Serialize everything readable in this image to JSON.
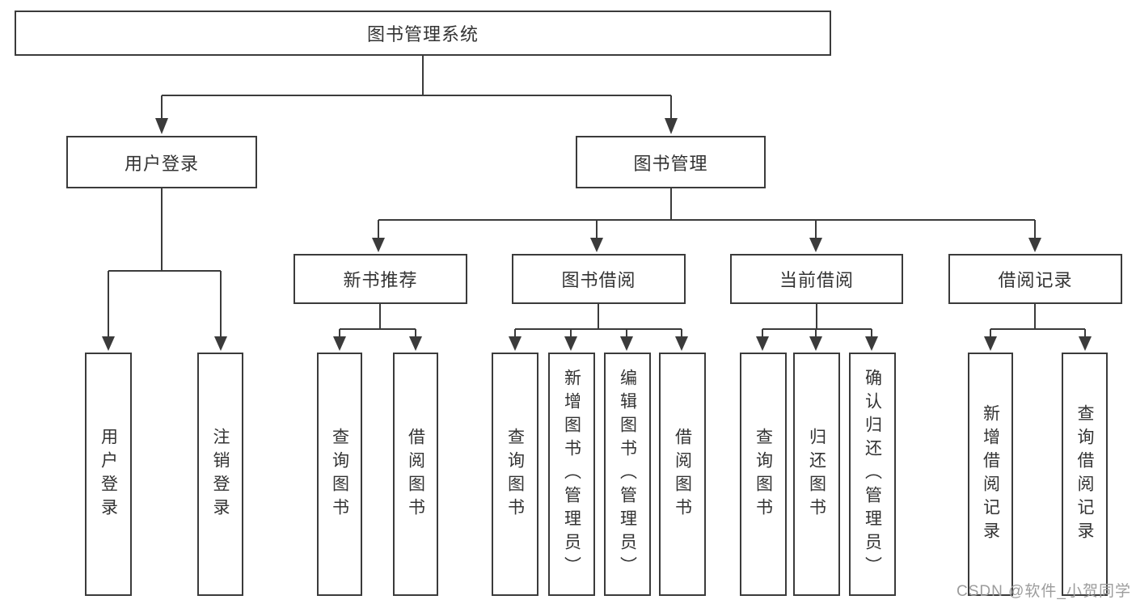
{
  "diagram": {
    "type": "hierarchy-org-chart",
    "root": {
      "label": "图书管理系统",
      "children": [
        {
          "label": "用户登录",
          "children": [
            {
              "label": "用户登录"
            },
            {
              "label": "注销登录"
            }
          ]
        },
        {
          "label": "图书管理",
          "children": [
            {
              "label": "新书推荐",
              "children": [
                {
                  "label": "查询图书"
                },
                {
                  "label": "借阅图书"
                }
              ]
            },
            {
              "label": "图书借阅",
              "children": [
                {
                  "label": "查询图书"
                },
                {
                  "label": "新增图书（管理员）"
                },
                {
                  "label": "编辑图书（管理员）"
                },
                {
                  "label": "借阅图书"
                }
              ]
            },
            {
              "label": "当前借阅",
              "children": [
                {
                  "label": "查询图书"
                },
                {
                  "label": "归还图书"
                },
                {
                  "label": "确认归还（管理员）"
                }
              ]
            },
            {
              "label": "借阅记录",
              "children": [
                {
                  "label": "新增借阅记录"
                },
                {
                  "label": "查询借阅记录"
                }
              ]
            }
          ]
        }
      ]
    }
  },
  "watermark": {
    "text": "CSDN @软件_小贺同学",
    "color": "#9c9c9c"
  },
  "colors": {
    "line": "#3b3b3b",
    "box_border": "#3b3b3b",
    "text": "#333333",
    "background": "#ffffff"
  }
}
